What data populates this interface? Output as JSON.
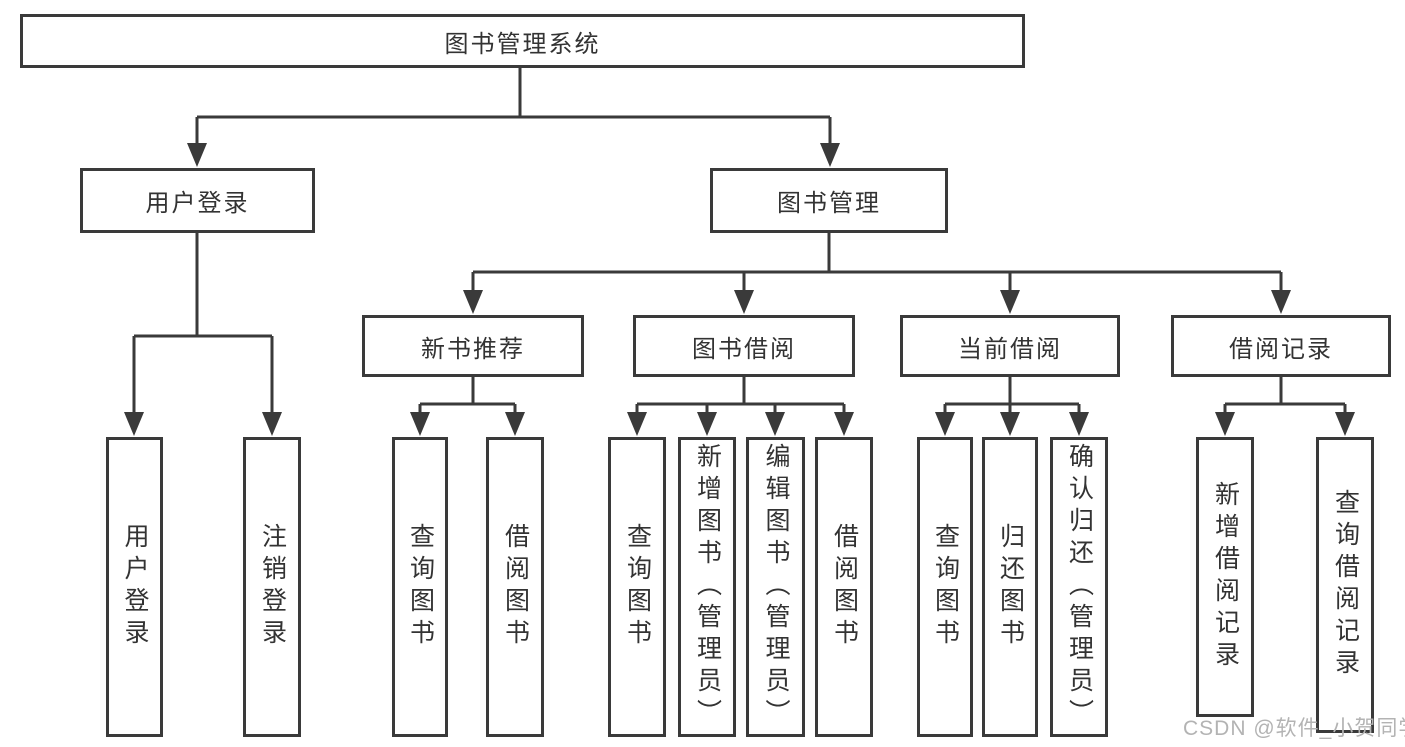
{
  "colors": {
    "line": "#3a3a3a",
    "box_border": "#3a3a3a",
    "text": "#333333",
    "background": "#ffffff",
    "watermark": "#b3b3b3"
  },
  "watermark": {
    "text": "CSDN @软件_小贺同学"
  },
  "diagram": {
    "type": "tree",
    "root": {
      "label": "图书管理系统"
    },
    "branches": [
      {
        "label": "用户登录",
        "children": [
          {
            "label": "用户登录"
          },
          {
            "label": "注销登录"
          }
        ]
      },
      {
        "label": "图书管理",
        "children": [
          {
            "label": "新书推荐",
            "children": [
              {
                "label": "查询图书"
              },
              {
                "label": "借阅图书"
              }
            ]
          },
          {
            "label": "图书借阅",
            "children": [
              {
                "label": "查询图书"
              },
              {
                "label": "新增图书（管理员）"
              },
              {
                "label": "编辑图书（管理员）"
              },
              {
                "label": "借阅图书"
              }
            ]
          },
          {
            "label": "当前借阅",
            "children": [
              {
                "label": "查询图书"
              },
              {
                "label": "归还图书"
              },
              {
                "label": "确认归还（管理员）"
              }
            ]
          },
          {
            "label": "借阅记录",
            "children": [
              {
                "label": "新增借阅记录"
              },
              {
                "label": "查询借阅记录"
              }
            ]
          }
        ]
      }
    ]
  }
}
